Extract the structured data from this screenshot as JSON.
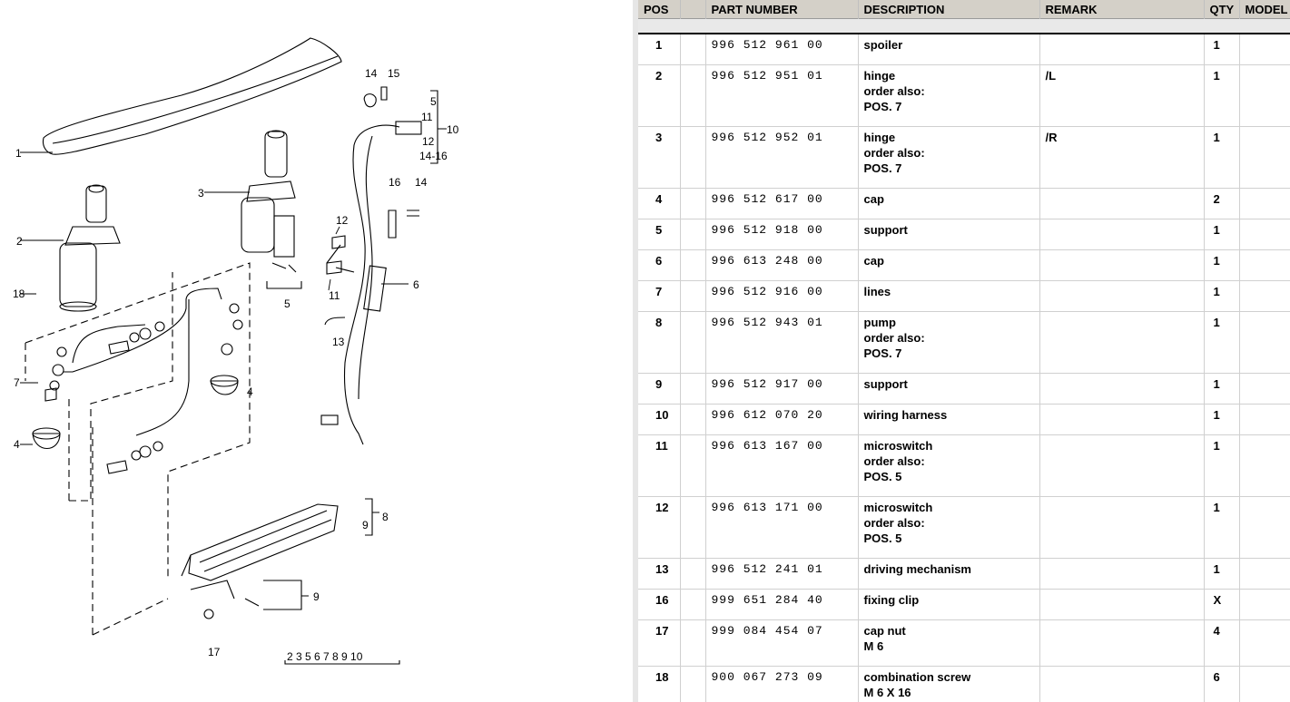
{
  "diagram": {
    "callouts": [
      "1",
      "2",
      "3",
      "4",
      "4",
      "5",
      "5",
      "6",
      "7",
      "8",
      "9",
      "9",
      "10",
      "11",
      "11",
      "12",
      "12",
      "13",
      "14",
      "14",
      "14-16",
      "15",
      "16",
      "17",
      "18"
    ],
    "group13": "2 3 5 6 7 8 9 10"
  },
  "table": {
    "headers": {
      "pos": "POS",
      "part_number": "PART NUMBER",
      "description": "DESCRIPTION",
      "remark": "REMARK",
      "qty": "QTY",
      "model": "MODEL"
    },
    "rows": [
      {
        "pos": "1",
        "part_number": "996 512 961 00",
        "description": [
          "spoiler"
        ],
        "remark": "",
        "qty": "1"
      },
      {
        "pos": "2",
        "part_number": "996 512 951 01",
        "description": [
          "hinge",
          "order also:",
          "POS. 7"
        ],
        "remark": "/L",
        "qty": "1"
      },
      {
        "pos": "3",
        "part_number": "996 512 952 01",
        "description": [
          "hinge",
          "order also:",
          "POS. 7"
        ],
        "remark": "/R",
        "qty": "1"
      },
      {
        "pos": "4",
        "part_number": "996 512 617 00",
        "description": [
          "cap"
        ],
        "remark": "",
        "qty": "2"
      },
      {
        "pos": "5",
        "part_number": "996 512 918 00",
        "description": [
          "support"
        ],
        "remark": "",
        "qty": "1"
      },
      {
        "pos": "6",
        "part_number": "996 613 248 00",
        "description": [
          "cap"
        ],
        "remark": "",
        "qty": "1"
      },
      {
        "pos": "7",
        "part_number": "996 512 916 00",
        "description": [
          "lines"
        ],
        "remark": "",
        "qty": "1"
      },
      {
        "pos": "8",
        "part_number": "996 512 943 01",
        "description": [
          "pump",
          "order also:",
          "POS. 7"
        ],
        "remark": "",
        "qty": "1"
      },
      {
        "pos": "9",
        "part_number": "996 512 917 00",
        "description": [
          "support"
        ],
        "remark": "",
        "qty": "1"
      },
      {
        "pos": "10",
        "part_number": "996 612 070 20",
        "description": [
          "wiring harness"
        ],
        "remark": "",
        "qty": "1"
      },
      {
        "pos": "11",
        "part_number": "996 613 167 00",
        "description": [
          "microswitch",
          "order also:",
          "POS. 5"
        ],
        "remark": "",
        "qty": "1"
      },
      {
        "pos": "12",
        "part_number": "996 613 171 00",
        "description": [
          "microswitch",
          "order also:",
          "POS. 5"
        ],
        "remark": "",
        "qty": "1"
      },
      {
        "pos": "13",
        "part_number": "996 512 241 01",
        "description": [
          "driving mechanism"
        ],
        "remark": "",
        "qty": "1"
      },
      {
        "pos": "16",
        "part_number": "999 651 284 40",
        "description": [
          "fixing clip"
        ],
        "remark": "",
        "qty": "X"
      },
      {
        "pos": "17",
        "part_number": "999 084 454 07",
        "description": [
          "cap nut",
          "M 6"
        ],
        "remark": "",
        "qty": "4"
      },
      {
        "pos": "18",
        "part_number": "900 067 273 09",
        "description": [
          "combination screw",
          "M 6 X 16"
        ],
        "remark": "",
        "qty": "6"
      }
    ]
  }
}
